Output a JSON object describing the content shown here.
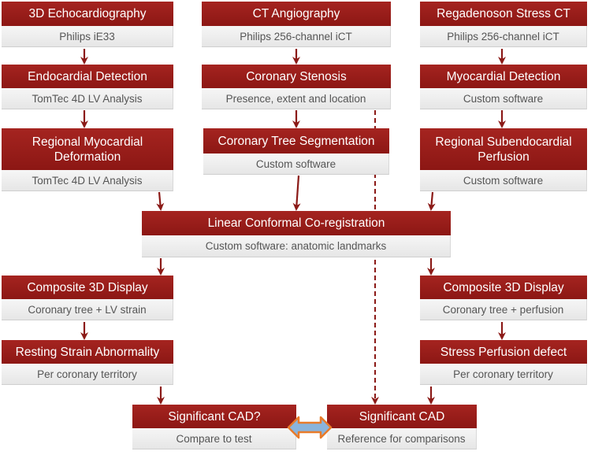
{
  "nodes": {
    "echo": {
      "title": "3D Echocardiography",
      "sub": "Philips iE33"
    },
    "endo": {
      "title": "Endocardial Detection",
      "sub": "TomTec 4D LV Analysis"
    },
    "deform": {
      "title": "Regional Myocardial Deformation",
      "sub": "TomTec 4D LV Analysis"
    },
    "cta": {
      "title": "CT Angiography",
      "sub": "Philips 256-channel iCT"
    },
    "stenosis": {
      "title": "Coronary Stenosis",
      "sub": "Presence, extent and location"
    },
    "tree": {
      "title": "Coronary Tree Segmentation",
      "sub": "Custom software"
    },
    "regct": {
      "title": "Regadenoson Stress CT",
      "sub": "Philips 256-channel iCT"
    },
    "myo": {
      "title": "Myocardial Detection",
      "sub": "Custom software"
    },
    "perf": {
      "title": "Regional Subendocardial Perfusion",
      "sub": "Custom software"
    },
    "coreg": {
      "title": "Linear Conformal Co-registration",
      "sub": "Custom software: anatomic landmarks"
    },
    "comp_left": {
      "title": "Composite 3D Display",
      "sub": "Coronary tree + LV strain"
    },
    "strain": {
      "title": "Resting Strain Abnormality",
      "sub": "Per coronary territory"
    },
    "comp_right": {
      "title": "Composite 3D Display",
      "sub": "Coronary tree + perfusion"
    },
    "stressdef": {
      "title": "Stress Perfusion defect",
      "sub": "Per coronary territory"
    },
    "cad_q": {
      "title": "Significant CAD?",
      "sub": "Compare to test"
    },
    "cad": {
      "title": "Significant CAD",
      "sub": "Reference for comparisons"
    }
  },
  "colors": {
    "header": "#9a1e1a",
    "arrow": "#8b1a17",
    "subbox": "#eeeeee",
    "compare_arrow_fill": "#8ab4dc",
    "compare_arrow_border": "#e87b2a"
  }
}
